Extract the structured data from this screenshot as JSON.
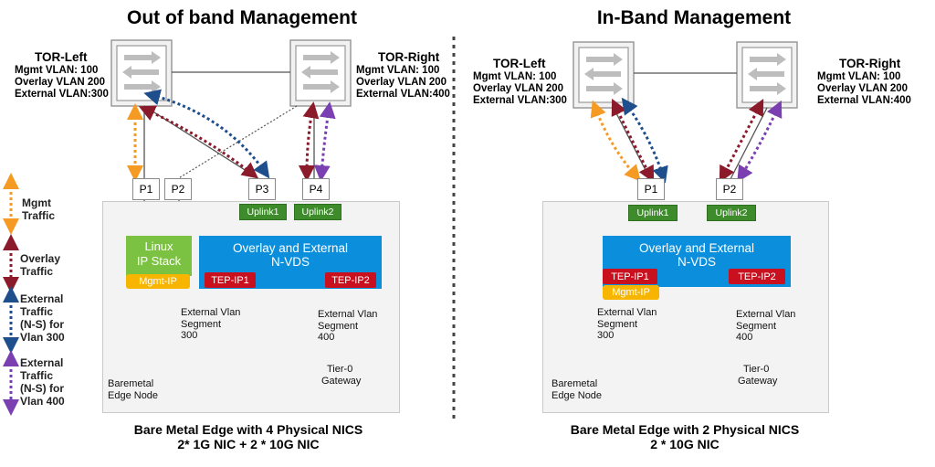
{
  "left": {
    "title": "Out of band Management",
    "tor_left": {
      "name": "TOR-Left",
      "lines": [
        "Mgmt VLAN: 100",
        "Overlay VLAN 200",
        "External VLAN:300"
      ]
    },
    "tor_right": {
      "name": "TOR-Right",
      "lines": [
        "Mgmt VLAN: 100",
        "Overlay VLAN 200",
        "External VLAN:400"
      ]
    },
    "ports": [
      "P1",
      "P2",
      "P3",
      "P4"
    ],
    "uplinks": [
      "Uplink1",
      "Uplink2"
    ],
    "linux": [
      "Linux",
      "IP Stack"
    ],
    "mgmt_ip": "Mgmt-IP",
    "nvds": [
      "Overlay and External",
      "N-VDS"
    ],
    "tep1": "TEP-IP1",
    "tep2": "TEP-IP2",
    "seg300": [
      "External Vlan",
      "Segment",
      "300"
    ],
    "seg400": [
      "External Vlan",
      "Segment",
      "400"
    ],
    "gateway": [
      "Tier-0",
      "Gateway"
    ],
    "node": [
      "Baremetal",
      "Edge Node"
    ],
    "caption": [
      "Bare Metal Edge with 4 Physical NICS",
      "2* 1G NIC + 2 * 10G NIC"
    ]
  },
  "right": {
    "title": "In-Band Management",
    "tor_left": {
      "name": "TOR-Left",
      "lines": [
        "Mgmt VLAN: 100",
        "Overlay VLAN 200",
        "External VLAN:300"
      ]
    },
    "tor_right": {
      "name": "TOR-Right",
      "lines": [
        "Mgmt VLAN: 100",
        "Overlay VLAN 200",
        "External VLAN:400"
      ]
    },
    "ports": [
      "P1",
      "P2"
    ],
    "uplinks": [
      "Uplink1",
      "Uplink2"
    ],
    "mgmt_ip": "Mgmt-IP",
    "nvds": [
      "Overlay and External",
      "N-VDS"
    ],
    "tep1": "TEP-IP1",
    "tep2": "TEP-IP2",
    "seg300": [
      "External Vlan",
      "Segment",
      "300"
    ],
    "seg400": [
      "External Vlan",
      "Segment",
      "400"
    ],
    "gateway": [
      "Tier-0",
      "Gateway"
    ],
    "node": [
      "Baremetal",
      "Edge Node"
    ],
    "caption": [
      "Bare Metal Edge with 2 Physical NICS",
      "2 * 10G NIC"
    ]
  },
  "legend": {
    "mgmt": [
      "Mgmt",
      "Traffic"
    ],
    "overlay": [
      "Overlay",
      "Traffic"
    ],
    "ext300": [
      "External",
      "Traffic",
      "(N-S) for",
      "Vlan 300"
    ],
    "ext400": [
      "External",
      "Traffic",
      "(N-S) for",
      "Vlan 400"
    ]
  },
  "colors": {
    "mgmt": "#f59b23",
    "overlay": "#8b1a2b",
    "ext300": "#1f4e8c",
    "ext400": "#7a3fb0",
    "nvds": "#0b8fdc",
    "uplink": "#3e8b2c",
    "tep": "#c8101e",
    "linux": "#7cc242",
    "gateway": "#7cc242"
  }
}
